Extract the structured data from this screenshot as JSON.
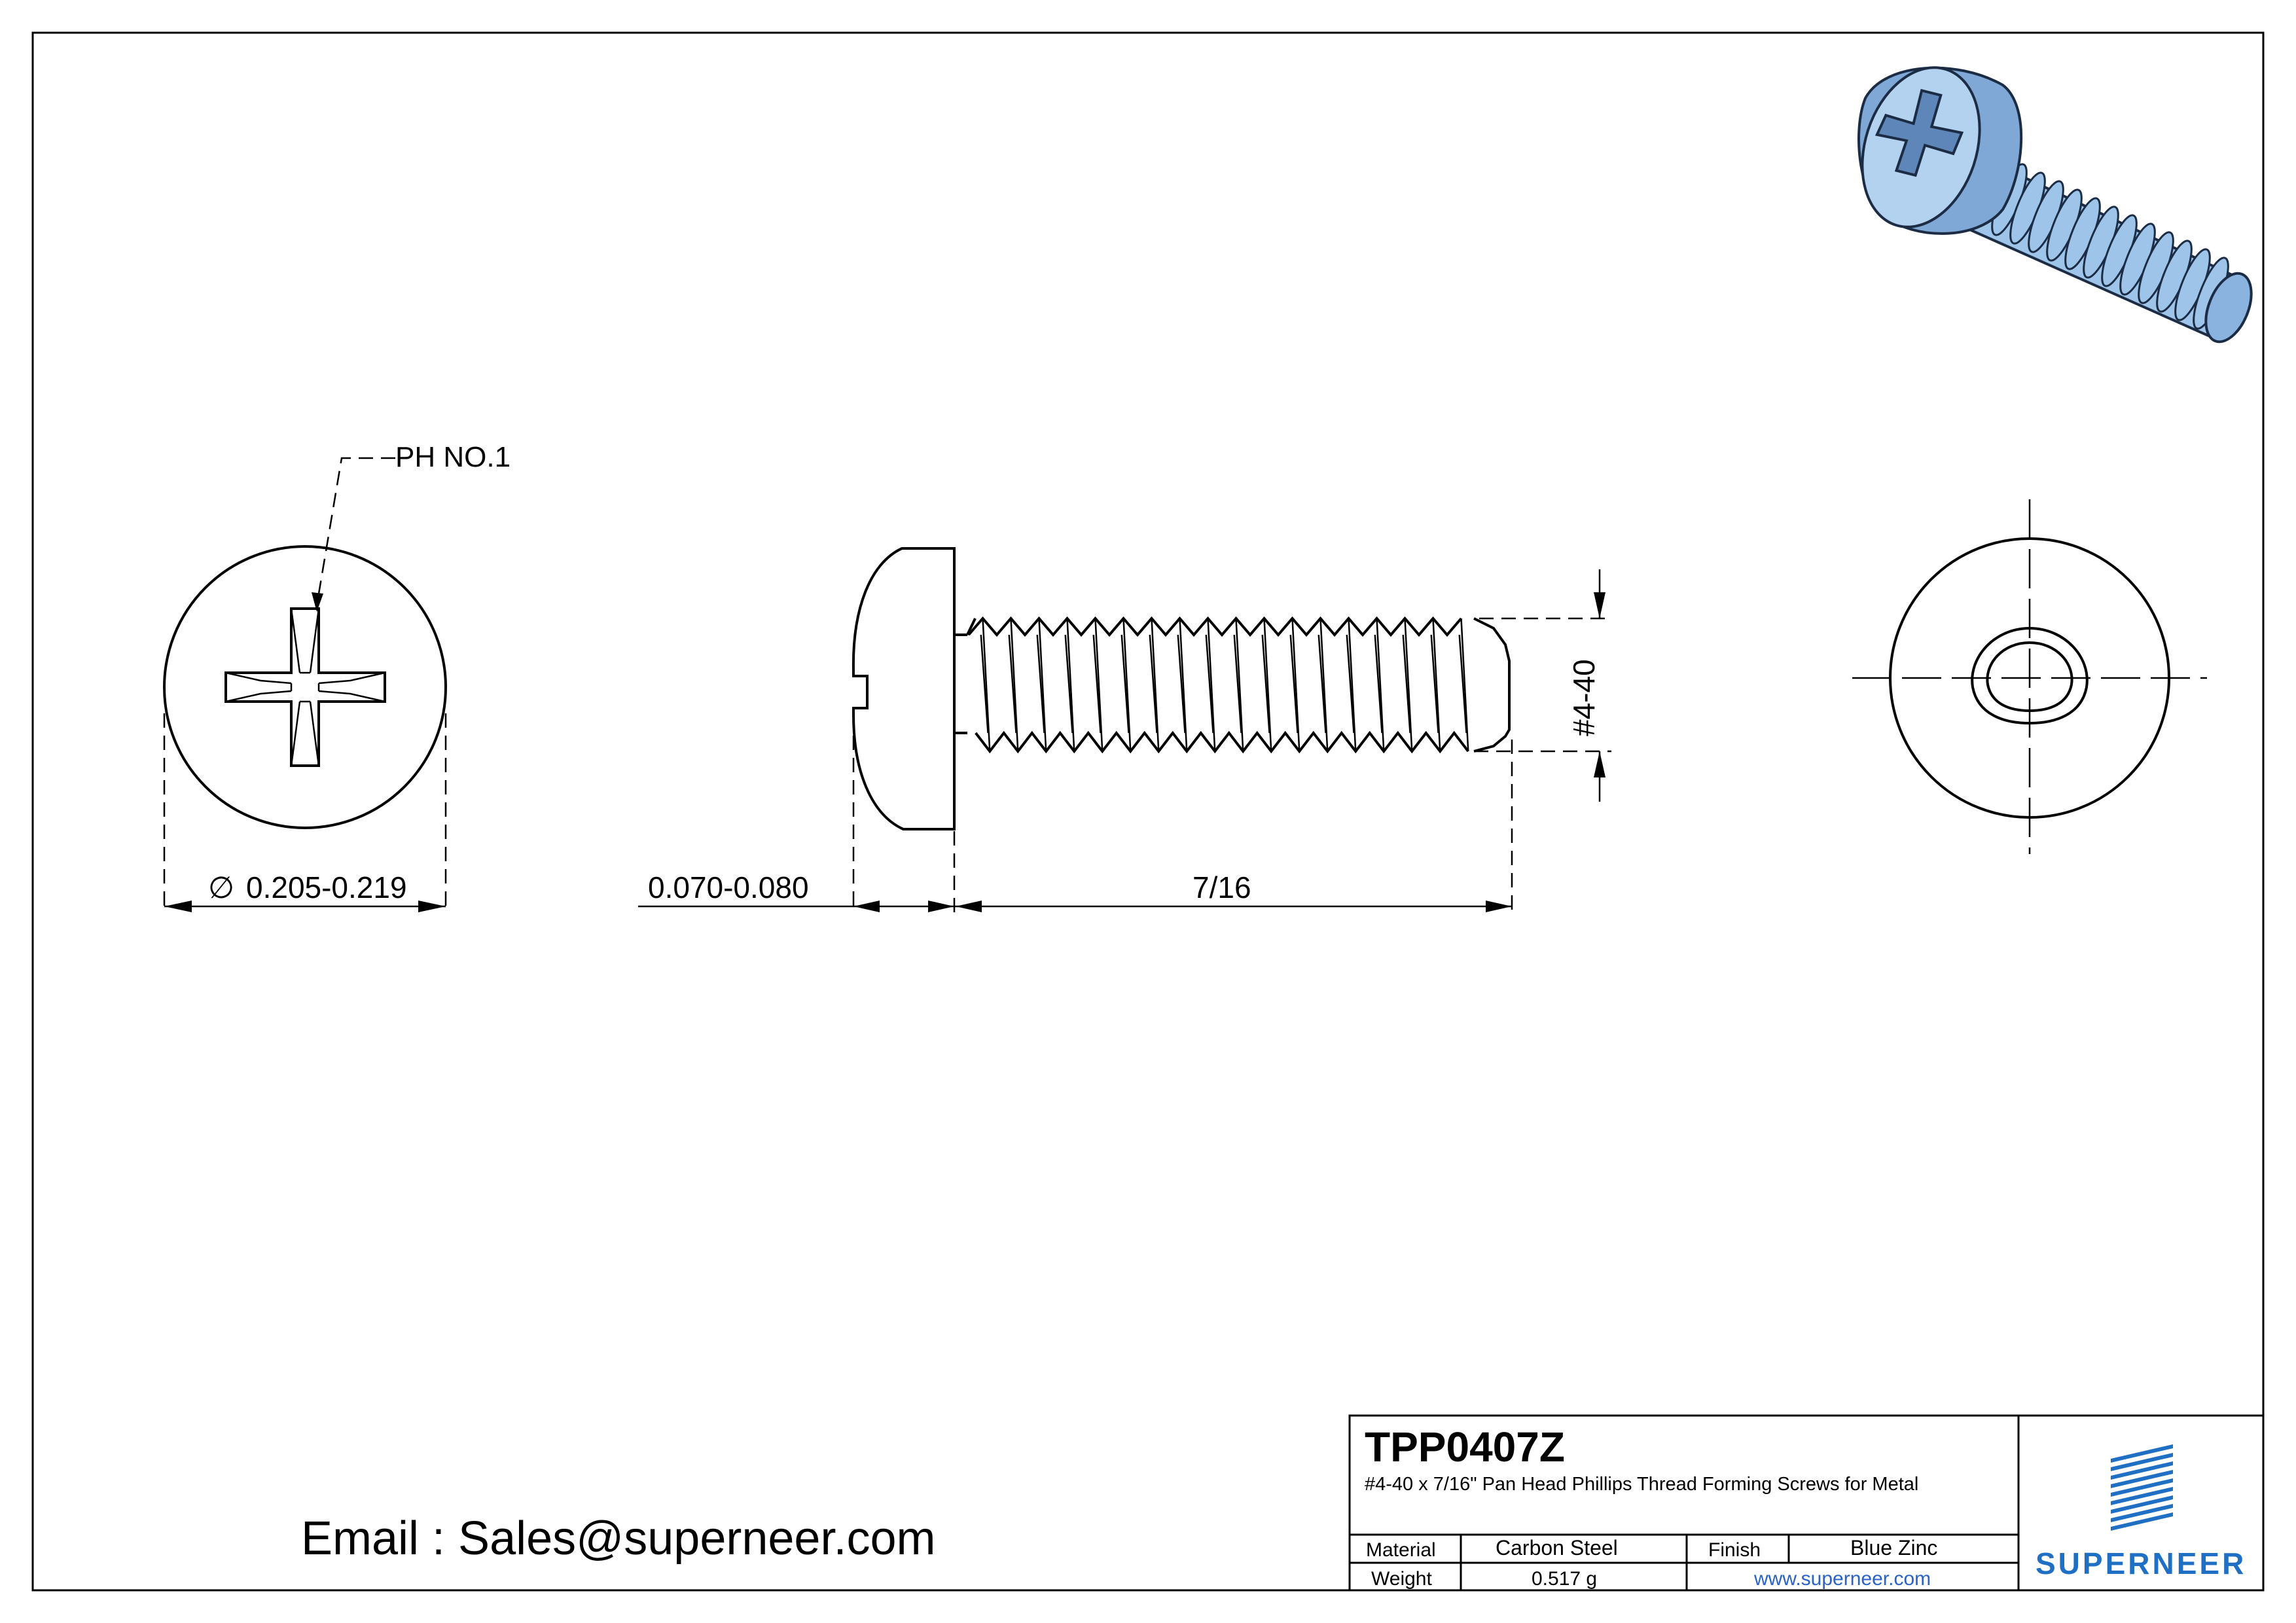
{
  "drawing": {
    "dimensions": {
      "head_diameter": "0.205-0.219",
      "head_height": "0.070-0.080",
      "length": "7/16",
      "thread_size": "#4-40",
      "drive_callout": "PH NO.1",
      "diameter_symbol": "∅"
    }
  },
  "email_line": "Email : Sales@superneer.com",
  "title_block": {
    "part_number": "TPP0407Z",
    "description": "#4-40 x 7/16\" Pan Head Phillips Thread Forming Screws for Metal",
    "material_label": "Material",
    "material_value": "Carbon Steel",
    "finish_label": "Finish",
    "finish_value": "Blue Zinc",
    "weight_label": "Weight",
    "weight_value": "0.517 g",
    "website": "www.superneer.com",
    "brand": "SUPERNEER"
  },
  "colors": {
    "screw_blue": "#9ec4ea",
    "screw_shade": "#5f86b8",
    "brand_blue": "#1f6fc4",
    "link_blue": "#2a62c9",
    "line": "#000000"
  },
  "icons": {
    "logo": "superneer-stripes-logo",
    "render": "screw-3d-render"
  }
}
